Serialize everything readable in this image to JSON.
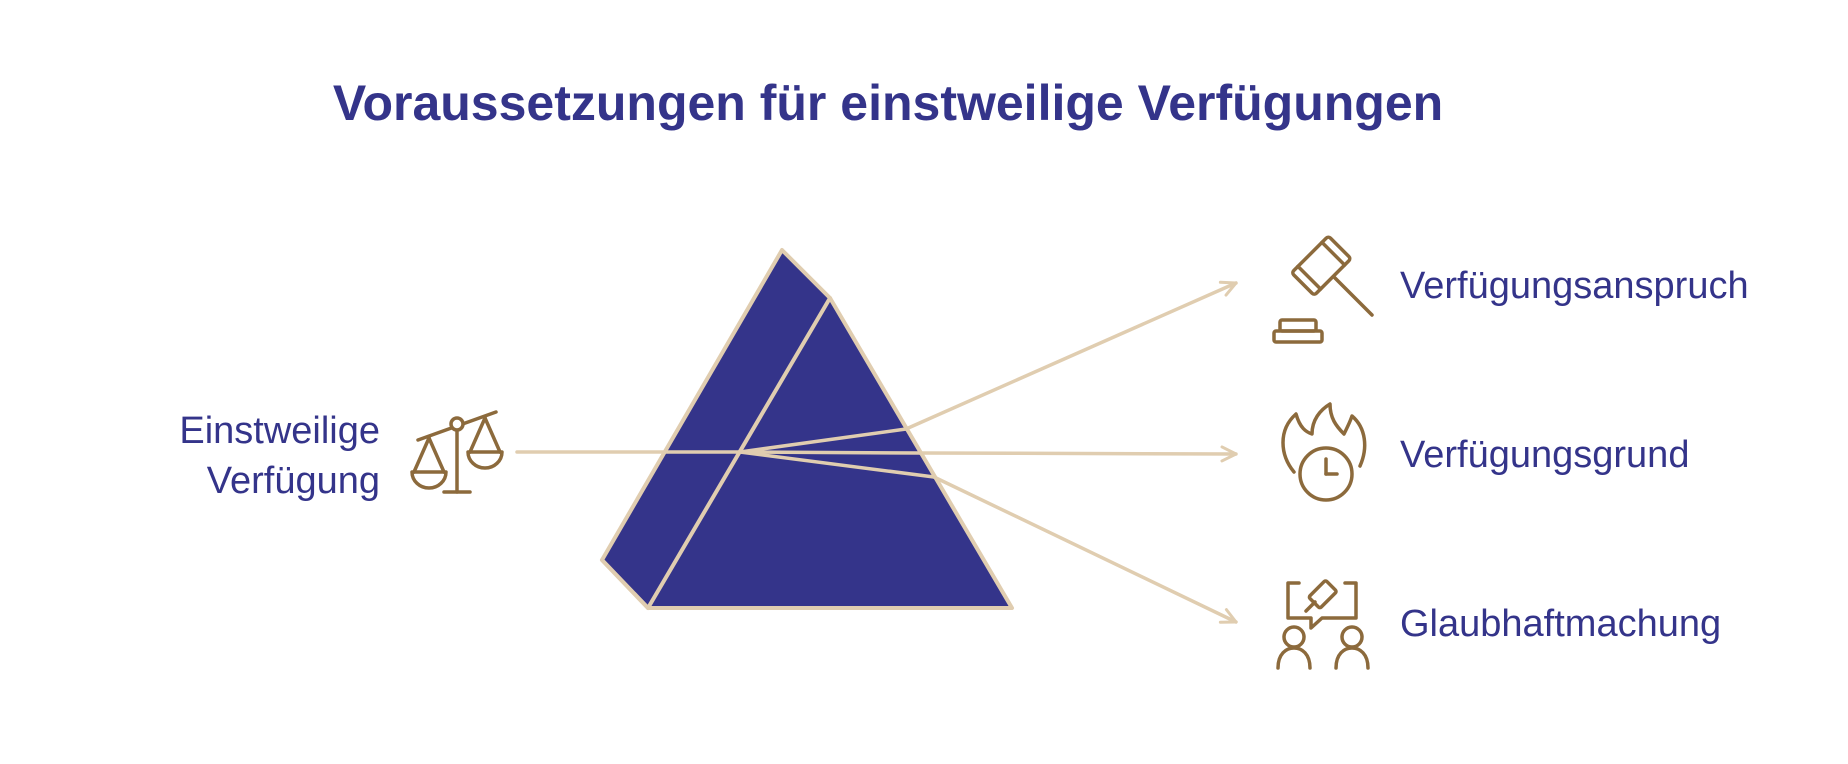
{
  "title": "Voraussetzungen für einstweilige Verfügungen",
  "input": {
    "label_line1": "Einstweilige",
    "label_line2": "Verfügung",
    "icon": "scales-of-justice-icon"
  },
  "outputs": [
    {
      "label": "Verfügungsanspruch",
      "icon": "gavel-icon"
    },
    {
      "label": "Verfügungsgrund",
      "icon": "urgent-clock-icon"
    },
    {
      "label": "Glaubhaftmachung",
      "icon": "discussion-people-icon"
    }
  ],
  "colors": {
    "primary": "#34348a",
    "beam": "#e0cdb0",
    "icon": "#8c6a3c",
    "background": "#ffffff"
  }
}
